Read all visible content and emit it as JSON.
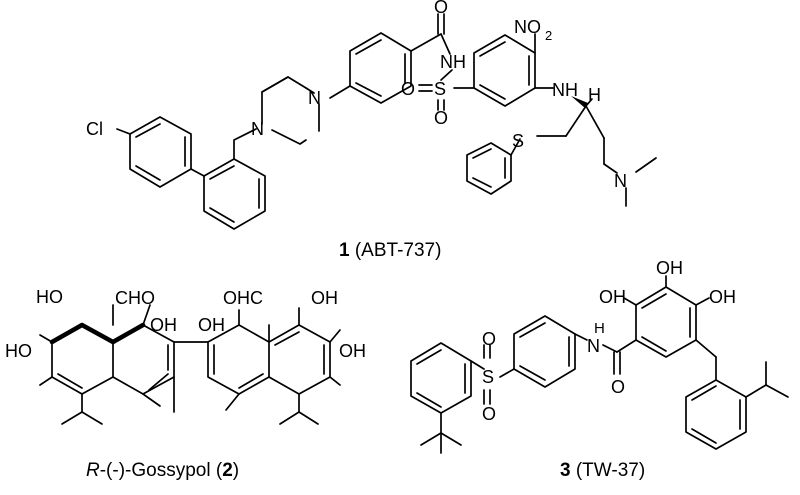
{
  "captions": {
    "c1_number": "1",
    "c1_name": "(ABT-737)",
    "c2_prefix": "R",
    "c2_name": "-(-)-Gossypol (",
    "c2_number": "2",
    "c2_close": ")",
    "c3_number": "3",
    "c3_name": "(TW-37)"
  },
  "labels": {
    "abt737": [
      "Cl",
      "N",
      "N",
      "O",
      "NH",
      "S",
      "O",
      "O",
      "NO",
      "2",
      "NH",
      "H",
      "S",
      "N"
    ],
    "gossypol": [
      "HO",
      "HO",
      "CHO",
      "OH",
      "OHC",
      "OH",
      "OH",
      "OH"
    ],
    "tw37": [
      "OH",
      "OH",
      "OH",
      "H",
      "N",
      "O",
      "S",
      "O",
      "O"
    ]
  }
}
